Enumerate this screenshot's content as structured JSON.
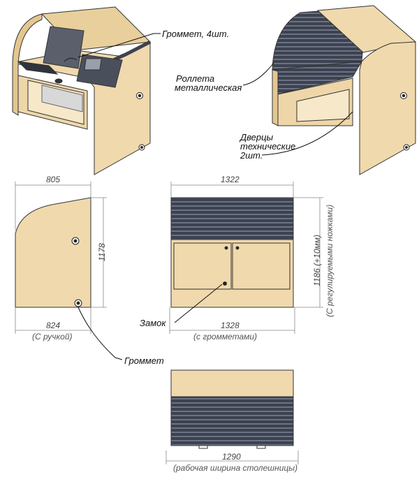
{
  "colors": {
    "wood": "#f0d9ad",
    "wood_edge": "#c9a76a",
    "shutter": "#3d4250",
    "shutter_light": "#6b7283",
    "outline": "#333333"
  },
  "callouts": {
    "grommet_4": "Громмет, 4шт.",
    "shutter_line1": "Роллета",
    "shutter_line2": "металлическая",
    "doors_line1": "Дверцы",
    "doors_line2": "технические",
    "doors_line3": "2шт.",
    "lock": "Замок",
    "grommet": "Громмет"
  },
  "dimensions": {
    "side_depth_top": "805",
    "side_height": "1178",
    "side_depth_bottom": "824",
    "side_depth_bottom_note": "(С ручкой)",
    "front_width_top": "1322",
    "front_height": "1186 (+10мм)",
    "front_height_note": "(С регулируемыми ножками)",
    "front_width_bottom": "1328",
    "front_width_bottom_note": "(с громметами)",
    "top_width": "1290",
    "top_width_note": "(рабочая ширина столешницы)"
  }
}
